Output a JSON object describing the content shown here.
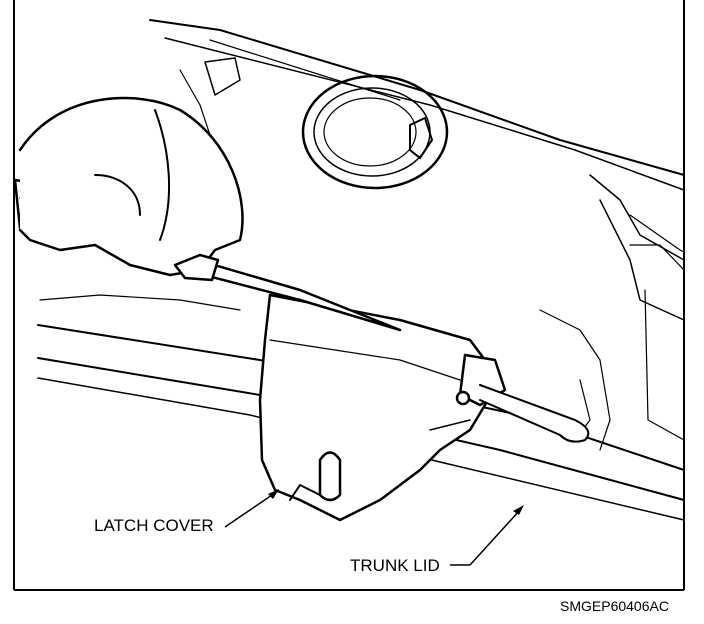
{
  "labels": {
    "latch_cover": "LATCH COVER",
    "trunk_lid": "TRUNK LID"
  },
  "figure_code": "SMGEP60406AC",
  "colors": {
    "line": "#000000",
    "background": "#ffffff"
  }
}
